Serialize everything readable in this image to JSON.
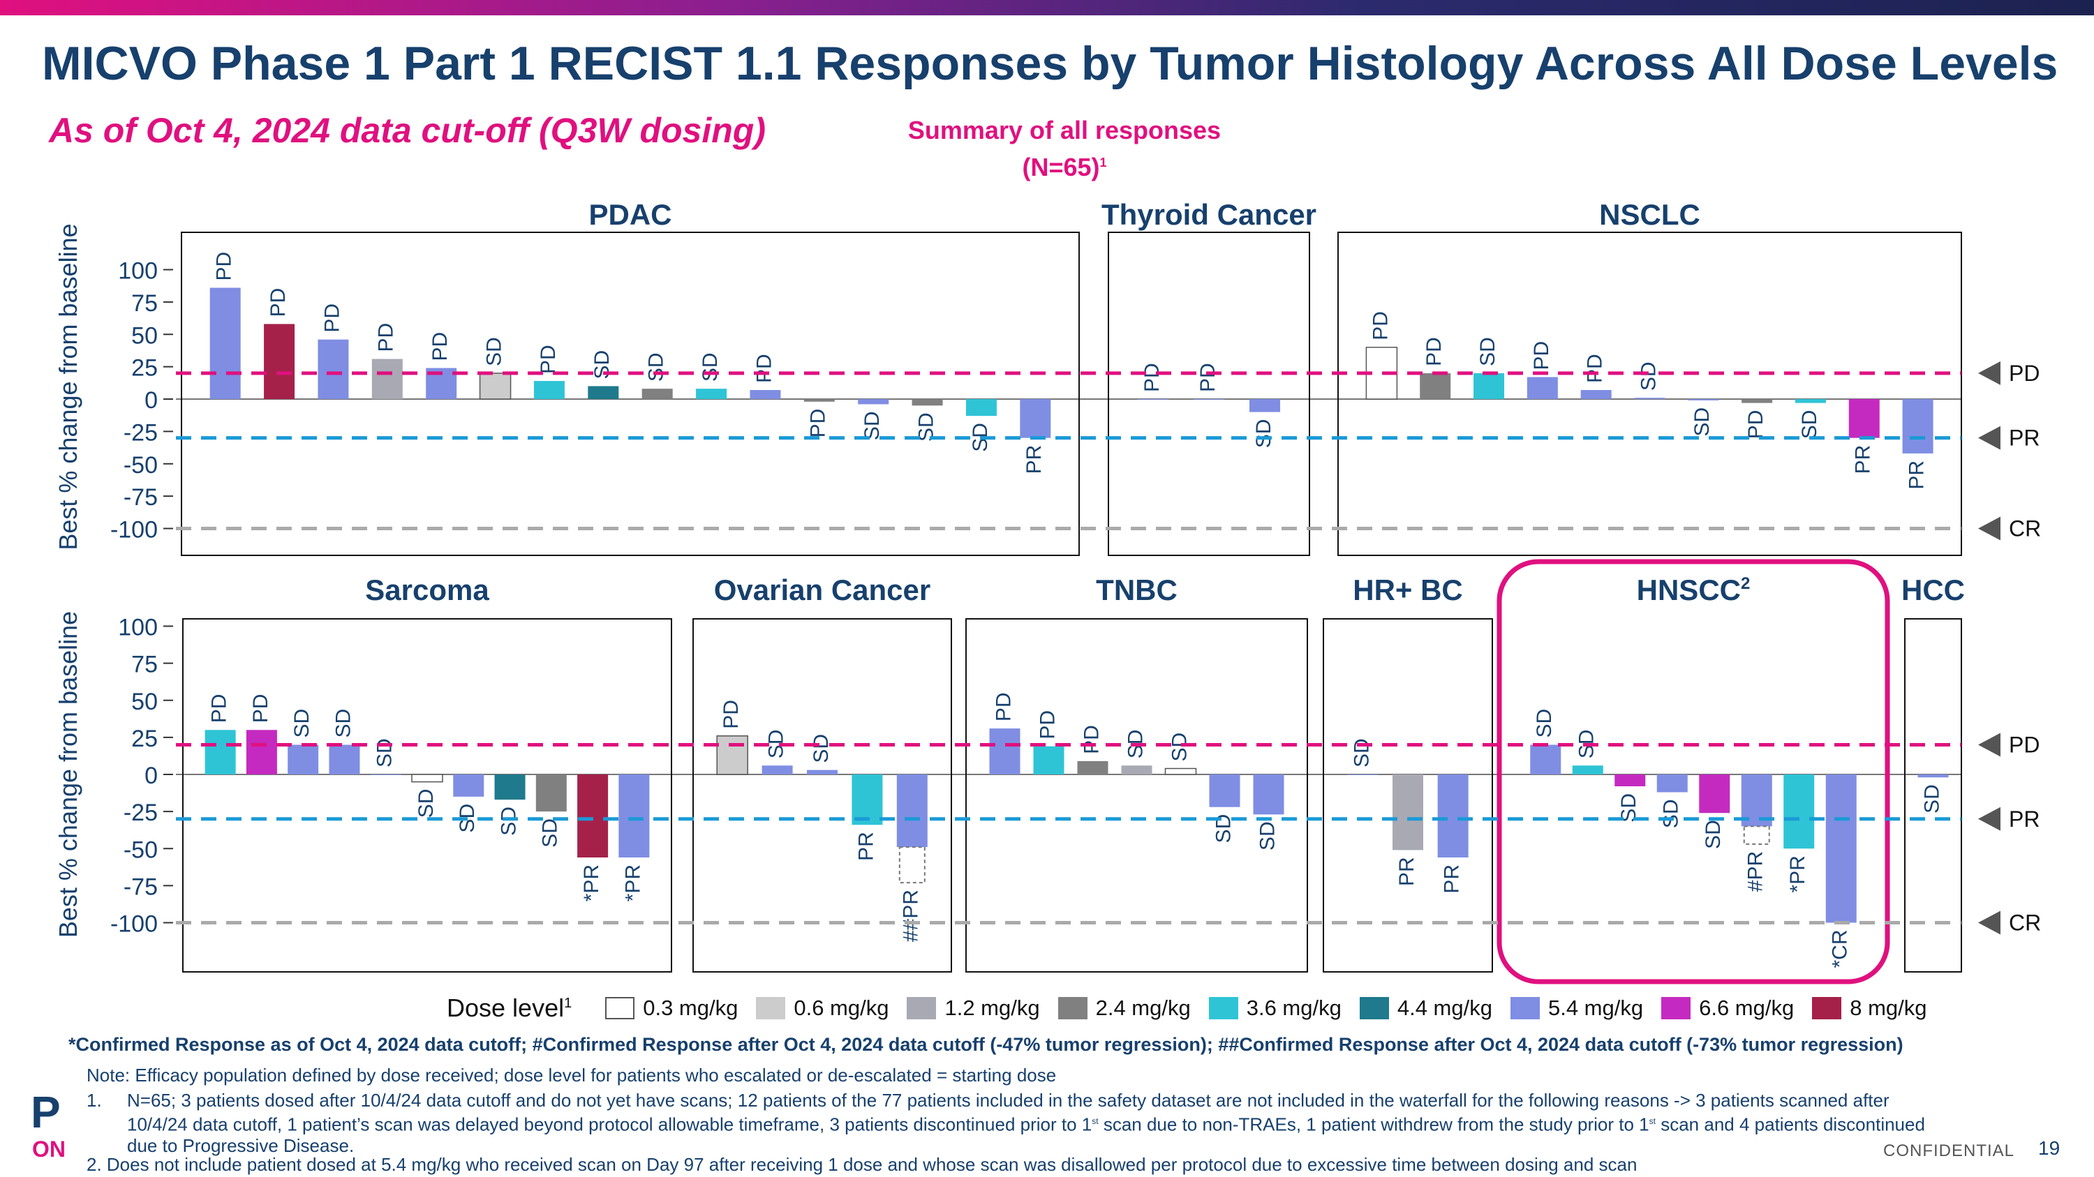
{
  "header": {
    "title": "MICVO Phase 1 Part 1 RECIST 1.1 Responses by Tumor Histology Across All Dose Levels",
    "subtitle": "As of Oct 4, 2024 data cut-off (Q3W dosing)",
    "summary_line1": "Summary of all responses",
    "summary_line2": "(N=65)",
    "summary_sup": "1"
  },
  "colors": {
    "0.3": "#ffffff",
    "0.6": "#cccccc",
    "1.2": "#a9a9b4",
    "2.4": "#808080",
    "3.6": "#2ec4d6",
    "4.4": "#1e7a8c",
    "5.4": "#7f8ee3",
    "6.6": "#c52ac0",
    "8": "#a5214a",
    "pd_line": "#e0107f",
    "pr_line": "#1a9ad6",
    "cr_line": "#aaaaaa",
    "label": "#17406d",
    "box_stroke": "#111111"
  },
  "chart_data": {
    "type": "bar",
    "ylabel": "Best % change from baseline",
    "yticks": [
      "100",
      "75",
      "50",
      "25",
      "0",
      "-25",
      "-50",
      "-75",
      "-100"
    ],
    "ylim": [
      -100,
      100
    ],
    "thresholds": [
      {
        "label": "PD",
        "value": 20
      },
      {
        "label": "PR",
        "value": -30
      },
      {
        "label": "CR",
        "value": -100
      }
    ],
    "panels": [
      {
        "row": 1,
        "name": "PDAC",
        "bars": [
          {
            "value": 86,
            "dose": "5.4",
            "label": "PD"
          },
          {
            "value": 58,
            "dose": "8",
            "label": "PD"
          },
          {
            "value": 46,
            "dose": "5.4",
            "label": "PD"
          },
          {
            "value": 31,
            "dose": "1.2",
            "label": "PD"
          },
          {
            "value": 24,
            "dose": "5.4",
            "label": "PD"
          },
          {
            "value": 20,
            "dose": "0.6",
            "label": "SD"
          },
          {
            "value": 14,
            "dose": "3.6",
            "label": "PD"
          },
          {
            "value": 10,
            "dose": "4.4",
            "label": "SD"
          },
          {
            "value": 8,
            "dose": "2.4",
            "label": "SD"
          },
          {
            "value": 8,
            "dose": "3.6",
            "label": "SD"
          },
          {
            "value": 7,
            "dose": "5.4",
            "label": "PD"
          },
          {
            "value": -2,
            "dose": "2.4",
            "label": "PD"
          },
          {
            "value": -4,
            "dose": "5.4",
            "label": "SD"
          },
          {
            "value": -5,
            "dose": "2.4",
            "label": "SD"
          },
          {
            "value": -13,
            "dose": "3.6",
            "label": "SD"
          },
          {
            "value": -30,
            "dose": "5.4",
            "label": "PR"
          }
        ]
      },
      {
        "row": 1,
        "name": "Thyroid Cancer",
        "bars": [
          {
            "value": 0,
            "dose": "5.4",
            "label": "PD"
          },
          {
            "value": 0,
            "dose": "5.4",
            "label": "PD"
          },
          {
            "value": -10,
            "dose": "5.4",
            "label": "SD"
          }
        ]
      },
      {
        "row": 1,
        "name": "NSCLC",
        "bars": [
          {
            "value": 40,
            "dose": "0.3",
            "label": "PD"
          },
          {
            "value": 20,
            "dose": "2.4",
            "label": "PD"
          },
          {
            "value": 20,
            "dose": "3.6",
            "label": "SD"
          },
          {
            "value": 17,
            "dose": "5.4",
            "label": "PD"
          },
          {
            "value": 7,
            "dose": "5.4",
            "label": "PD"
          },
          {
            "value": 1,
            "dose": "5.4",
            "label": "SD"
          },
          {
            "value": -1,
            "dose": "5.4",
            "label": "SD"
          },
          {
            "value": -3,
            "dose": "2.4",
            "label": "PD"
          },
          {
            "value": -3,
            "dose": "3.6",
            "label": "SD"
          },
          {
            "value": -30,
            "dose": "6.6",
            "label": "PR"
          },
          {
            "value": -42,
            "dose": "5.4",
            "label": "PR"
          }
        ]
      },
      {
        "row": 2,
        "name": "Sarcoma",
        "bars": [
          {
            "value": 30,
            "dose": "3.6",
            "label": "PD"
          },
          {
            "value": 30,
            "dose": "6.6",
            "label": "PD"
          },
          {
            "value": 20,
            "dose": "5.4",
            "label": "SD"
          },
          {
            "value": 20,
            "dose": "5.4",
            "label": "SD"
          },
          {
            "value": 0,
            "dose": "5.4",
            "label": "SD"
          },
          {
            "value": -5,
            "dose": "0.3",
            "label": "SD"
          },
          {
            "value": -15,
            "dose": "5.4",
            "label": "SD"
          },
          {
            "value": -17,
            "dose": "4.4",
            "label": "SD"
          },
          {
            "value": -25,
            "dose": "2.4",
            "label": "SD"
          },
          {
            "value": -56,
            "dose": "8",
            "label": "*PR"
          },
          {
            "value": -56,
            "dose": "5.4",
            "label": "*PR"
          }
        ]
      },
      {
        "row": 2,
        "name": "Ovarian Cancer",
        "bars": [
          {
            "value": 26,
            "dose": "0.6",
            "label": "PD"
          },
          {
            "value": 6,
            "dose": "5.4",
            "label": "SD"
          },
          {
            "value": 3,
            "dose": "5.4",
            "label": "SD"
          },
          {
            "value": -34,
            "dose": "3.6",
            "label": "PR"
          },
          {
            "value": -49,
            "dose": "5.4",
            "label": "##PR",
            "dashed_to": -73
          }
        ]
      },
      {
        "row": 2,
        "name": "TNBC",
        "bars": [
          {
            "value": 31,
            "dose": "5.4",
            "label": "PD"
          },
          {
            "value": 19,
            "dose": "3.6",
            "label": "PD"
          },
          {
            "value": 9,
            "dose": "2.4",
            "label": "PD"
          },
          {
            "value": 6,
            "dose": "1.2",
            "label": "SD"
          },
          {
            "value": 4,
            "dose": "0.3",
            "label": "SD"
          },
          {
            "value": -22,
            "dose": "5.4",
            "label": "SD"
          },
          {
            "value": -27,
            "dose": "5.4",
            "label": "SD"
          }
        ]
      },
      {
        "row": 2,
        "name": "HR+ BC",
        "bars": [
          {
            "value": 0,
            "dose": "5.4",
            "label": "SD"
          },
          {
            "value": -51,
            "dose": "1.2",
            "label": "PR"
          },
          {
            "value": -56,
            "dose": "5.4",
            "label": "PR"
          }
        ]
      },
      {
        "row": 2,
        "name": "HNSCC",
        "name_sup": "2",
        "highlight": true,
        "bars": [
          {
            "value": 20,
            "dose": "5.4",
            "label": "SD"
          },
          {
            "value": 6,
            "dose": "3.6",
            "label": "SD"
          },
          {
            "value": -8,
            "dose": "6.6",
            "label": "SD"
          },
          {
            "value": -12,
            "dose": "5.4",
            "label": "SD"
          },
          {
            "value": -26,
            "dose": "6.6",
            "label": "SD"
          },
          {
            "value": -35,
            "dose": "5.4",
            "label": "#PR",
            "dashed_to": -47
          },
          {
            "value": -50,
            "dose": "3.6",
            "label": "*PR"
          },
          {
            "value": -100,
            "dose": "5.4",
            "label": "*CR"
          }
        ]
      },
      {
        "row": 2,
        "name": "HCC",
        "bars": [
          {
            "value": -2,
            "dose": "5.4",
            "label": "SD"
          }
        ]
      }
    ]
  },
  "legend": {
    "title": "Dose level",
    "title_sup": "1",
    "items": [
      {
        "label": "0.3 mg/kg",
        "key": "0.3"
      },
      {
        "label": "0.6 mg/kg",
        "key": "0.6"
      },
      {
        "label": "1.2 mg/kg",
        "key": "1.2"
      },
      {
        "label": "2.4 mg/kg",
        "key": "2.4"
      },
      {
        "label": "3.6 mg/kg",
        "key": "3.6"
      },
      {
        "label": "4.4 mg/kg",
        "key": "4.4"
      },
      {
        "label": "5.4 mg/kg",
        "key": "5.4"
      },
      {
        "label": "6.6 mg/kg",
        "key": "6.6"
      },
      {
        "label": "8 mg/kg",
        "key": "8"
      }
    ]
  },
  "footnotes": {
    "confirmed": "*Confirmed Response as of Oct 4, 2024 data cutoff; #Confirmed Response after Oct 4, 2024 data cutoff (-47% tumor regression); ##Confirmed Response after Oct 4, 2024 data cutoff (-73% tumor regression)",
    "note": "Note: Efficacy population defined by dose received; dose level for patients who escalated or de-escalated = starting dose",
    "fn1_num": "1.",
    "fn1_a": "N=65; 3 patients dosed after 10/4/24 data cutoff and do not yet have scans; 12 patients of the 77 patients included in the safety dataset are not included in the waterfall for the following reasons -> 3 patients scanned after 10/4/24 data cutoff, 1 patient’s scan was delayed beyond protocol allowable timeframe, 3 patients discontinued prior to 1",
    "fn1_sup1": "st",
    "fn1_b": " scan due to non-TRAEs, 1 patient withdrew from the study prior to 1",
    "fn1_sup2": "st",
    "fn1_c": " scan and 4 patients discontinued due to Progressive Disease.",
    "fn2": "2. Does not include patient dosed at 5.4 mg/kg who received scan on Day 97 after receiving 1 dose and whose scan was disallowed per protocol due to excessive time between dosing and scan"
  },
  "logo": {
    "mark": "P",
    "text": "ON"
  },
  "confidential": "CONFIDENTIAL",
  "page_number": "19"
}
